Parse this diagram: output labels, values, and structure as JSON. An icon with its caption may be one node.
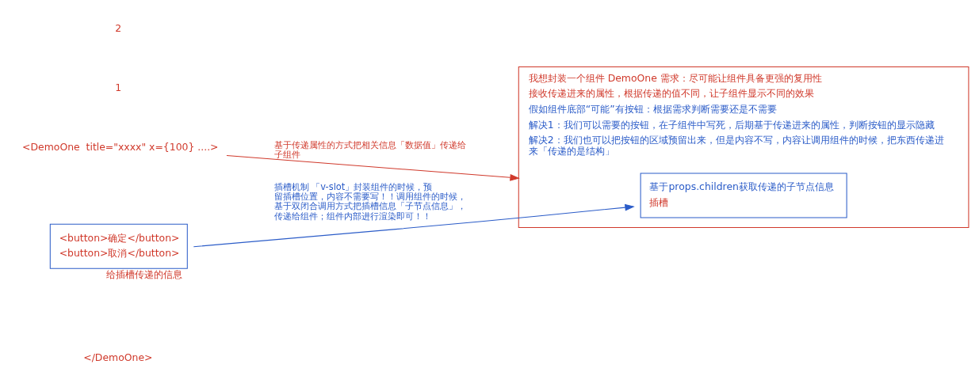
{
  "diagram": {
    "nodes": [
      {
        "text": [
          "<DemoOne  title=\"xxxx\" x={100} ....>"
        ]
      },
      {
        "text": [
          "<button>确定</button>",
          "<button>取消</button>"
        ],
        "beside": [
          "给插槽传递的信息"
        ]
      },
      {
        "text": [
          "我想封装一个组件 DemoOne 需求：尽可能让组件具备更强的复用性",
          "接收传递进来的属性，根据传递的值不同，让子组件显示不同的效果",
          "假如组件底部“可能”有按钮：根据需求判断需要还是不需要",
          "解决1：我们可以需要的按钮，在子组件中写死，后期基于传递进来的属性，判断按钮的显示隐藏",
          "解决2：我们也可以把按钮的区域预留出来，但是内容不写，内容让调用组件的时候，把东西传递进来「传递的是结构」"
        ]
      },
      {
        "text": [
          "基于props.children获取传递的子节点信息",
          "插槽"
        ],
        "in": 2
      }
    ],
    "edges": [
      {
        "from": 0,
        "to": 2,
        "arrow": "to",
        "color": "#d0392b",
        "label": "基于传递属性的方式把相关信息「数据值」传递给子组件"
      },
      {
        "from": 1,
        "to": 3,
        "arrow": "to",
        "color": "#2b5cc8",
        "label": "插槽机制 「v-slot」封装组件的时候，预留插槽位置，内容不需要写！！调用组件的时候，基于双闭合调用方式把插槽信息「子节点信息」，传递给组件；组件内部进行渲染即可！！"
      }
    ],
    "labels": [
      "1",
      "2",
      "</DemoOne>"
    ]
  }
}
